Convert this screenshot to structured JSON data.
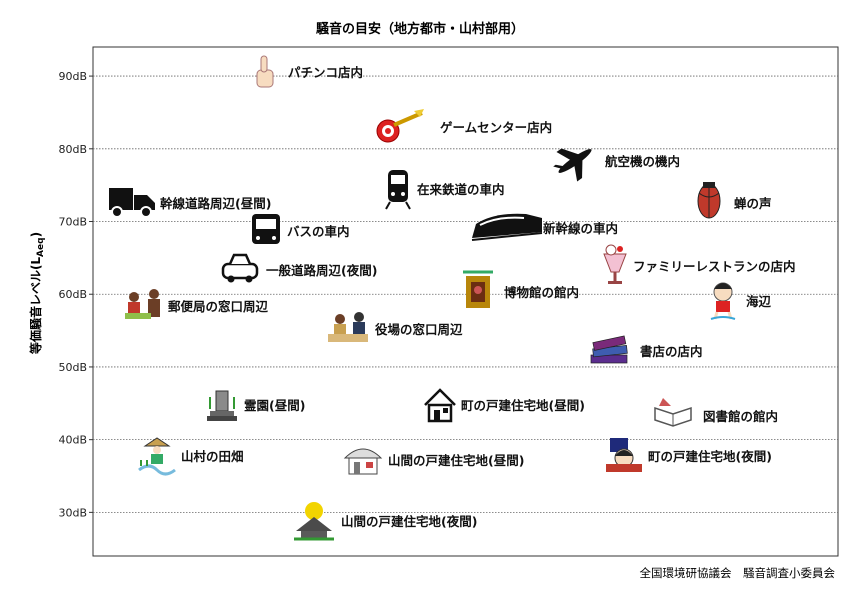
{
  "chart_data": {
    "type": "scatter",
    "title": "騒音の目安（地方都市・山村部用）",
    "ylabel": "等価騒音レベル(L",
    "ylabel_sub": "Aeq",
    "ylabel_end": ")",
    "unit": "dB",
    "ylim": [
      24,
      94
    ],
    "yticks": [
      30,
      40,
      50,
      60,
      70,
      80,
      90
    ],
    "ytick_labels": [
      "30dB",
      "40dB",
      "50dB",
      "60dB",
      "70dB",
      "80dB",
      "90dB"
    ],
    "grid": true,
    "points": [
      {
        "label": "パチンコ店内",
        "y": 90,
        "icon": "thumbs-up-icon"
      },
      {
        "label": "ゲームセンター店内",
        "y": 83,
        "icon": "dart-target-icon"
      },
      {
        "label": "航空機の機内",
        "y": 78,
        "icon": "airplane-icon"
      },
      {
        "label": "在来鉄道の車内",
        "y": 73,
        "icon": "train-icon"
      },
      {
        "label": "幹線道路周辺(昼間)",
        "y": 71,
        "icon": "truck-icon"
      },
      {
        "label": "蝉の声",
        "y": 72,
        "icon": "cicada-icon"
      },
      {
        "label": "バスの車内",
        "y": 68,
        "icon": "bus-icon"
      },
      {
        "label": "新幹線の車内",
        "y": 68,
        "icon": "bullet-train-icon"
      },
      {
        "label": "ファミリーレストランの店内",
        "y": 64,
        "icon": "parfait-icon"
      },
      {
        "label": "一般道路周辺(夜間)",
        "y": 63,
        "icon": "car-icon"
      },
      {
        "label": "博物館の館内",
        "y": 60,
        "icon": "museum-icon"
      },
      {
        "label": "海辺",
        "y": 59,
        "icon": "beach-child-icon"
      },
      {
        "label": "郵便局の窓口周辺",
        "y": 59,
        "icon": "post-office-icon"
      },
      {
        "label": "役場の窓口周辺",
        "y": 55,
        "icon": "office-counter-icon"
      },
      {
        "label": "書店の店内",
        "y": 52,
        "icon": "books-icon"
      },
      {
        "label": "霊園(昼間)",
        "y": 45,
        "icon": "grave-icon"
      },
      {
        "label": "町の戸建住宅地(昼間)",
        "y": 45,
        "icon": "house-icon"
      },
      {
        "label": "図書館の館内",
        "y": 43,
        "icon": "open-book-icon"
      },
      {
        "label": "山村の田畑",
        "y": 39,
        "icon": "farmer-icon"
      },
      {
        "label": "山間の戸建住宅地(昼間)",
        "y": 38,
        "icon": "rural-house-icon"
      },
      {
        "label": "町の戸建住宅地(夜間)",
        "y": 39,
        "icon": "sleeping-icon"
      },
      {
        "label": "山間の戸建住宅地(夜間)",
        "y": 30,
        "icon": "moon-house-icon"
      }
    ]
  },
  "credit": "全国環境研協議会　騒音調査小委員会"
}
